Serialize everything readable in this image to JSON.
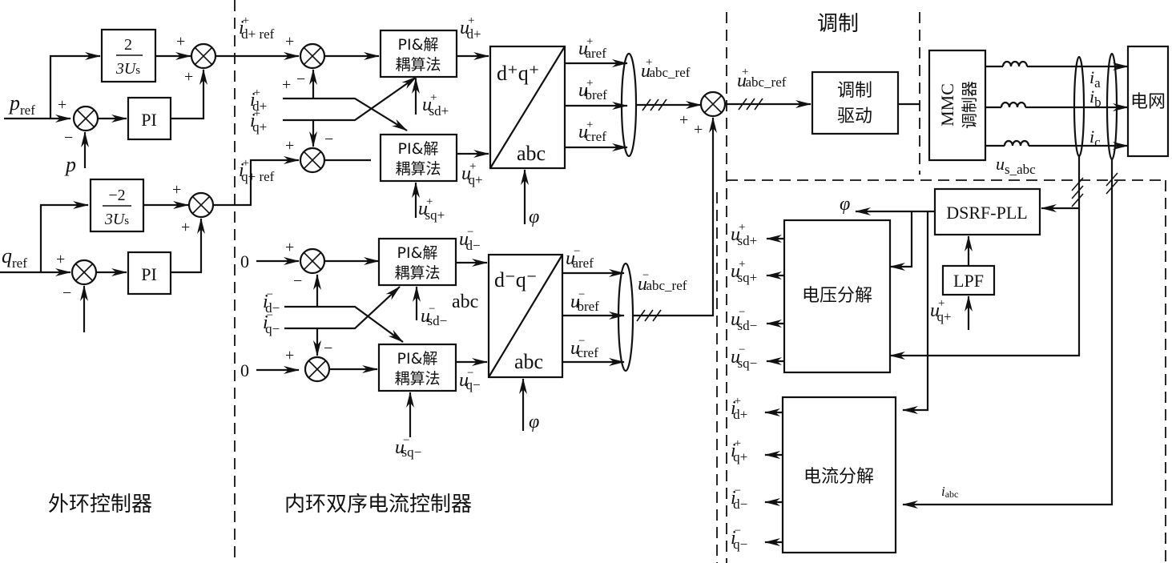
{
  "sections": {
    "outer": "外环控制器",
    "inner": "内环双序电流控制器",
    "modulation": "调制"
  },
  "outer_loop": {
    "p_ref": {
      "main": "p",
      "sub": "ref"
    },
    "p_meas": "p",
    "q_ref": {
      "main": "q",
      "sub": "ref"
    },
    "gain_pos": {
      "num": "2",
      "den_main": "3U",
      "den_sub": "s"
    },
    "gain_neg": {
      "num": "−2",
      "den_main": "3U",
      "den_sub": "s"
    },
    "pi_label": "PI",
    "id_ref": {
      "main": "i",
      "sub": "d+ ref",
      "sup": "+"
    },
    "iq_ref": {
      "main": "i",
      "sub": "q+ ref",
      "sup": "+"
    }
  },
  "inner_loop": {
    "zero": "0",
    "pi_block_line1": "PI&解",
    "pi_block_line2": "耦算法",
    "id_pos": {
      "main": "i",
      "sub": "d+",
      "sup": "+"
    },
    "iq_pos": {
      "main": "i",
      "sub": "q+",
      "sup": "+"
    },
    "id_neg": {
      "main": "i",
      "sub": "d−",
      "sup": "−"
    },
    "iq_neg": {
      "main": "i",
      "sub": "q−",
      "sup": "−"
    },
    "ud_pos": {
      "main": "u",
      "sub": "d+",
      "sup": "+"
    },
    "uq_pos": {
      "main": "u",
      "sub": "q+",
      "sup": "+"
    },
    "ud_neg": {
      "main": "u",
      "sub": "d−",
      "sup": "−"
    },
    "uq_neg": {
      "main": "u",
      "sub": "q−",
      "sup": "−"
    },
    "usd_pos": {
      "main": "u",
      "sub": "sd+",
      "sup": "+"
    },
    "usq_pos": {
      "main": "u",
      "sub": "sq+",
      "sup": "+"
    },
    "usd_neg": {
      "main": "u",
      "sub": "sd−",
      "sup": "−"
    },
    "usq_neg": {
      "main": "u",
      "sub": "sq−",
      "sup": "−"
    },
    "stray_abc": "abc"
  },
  "transform": {
    "pos_top": "d⁺q⁺",
    "neg_top": "d⁻q⁻",
    "bottom": "abc",
    "phi": "φ",
    "ua_pos": {
      "main": "u",
      "sub": "aref",
      "sup": "+"
    },
    "ub_pos": {
      "main": "u",
      "sub": "bref",
      "sup": "+"
    },
    "uc_pos": {
      "main": "u",
      "sub": "cref",
      "sup": "+"
    },
    "ua_neg": {
      "main": "u",
      "sub": "aref",
      "sup": "−"
    },
    "ub_neg": {
      "main": "u",
      "sub": "bref",
      "sup": "−"
    },
    "uc_neg": {
      "main": "u",
      "sub": "cref",
      "sup": "−"
    },
    "uabc_pos": {
      "main": "u",
      "sub": "abc_ref",
      "sup": "+"
    },
    "uabc_neg": {
      "main": "u",
      "sub": "abc_ref",
      "sup": "−"
    }
  },
  "modulation": {
    "input": {
      "main": "u",
      "sub": "abc_ref",
      "sup": "+"
    },
    "driver_line1": "调制",
    "driver_line2": "驱动",
    "mmc_line1": "MMC",
    "mmc_line2": "调制器",
    "grid": "电网",
    "ia": {
      "main": "i",
      "sub": "a"
    },
    "ib": {
      "main": "i",
      "sub": "b"
    },
    "ic": {
      "main": "i",
      "sub": "c"
    },
    "us_abc": {
      "main": "u",
      "sub": "s_abc"
    }
  },
  "measurement": {
    "pll": "DSRF-PLL",
    "lpf": "LPF",
    "phi": "φ",
    "uq_in": {
      "main": "u",
      "sub": "q+",
      "sup": "+"
    },
    "voltage_decomp": "电压分解",
    "current_decomp": "电流分解",
    "i_abc": {
      "main": "i",
      "sub": "abc"
    },
    "v_outputs": [
      {
        "main": "u",
        "sub": "sd+",
        "sup": "+"
      },
      {
        "main": "u",
        "sub": "sq+",
        "sup": "+"
      },
      {
        "main": "u",
        "sub": "sd−",
        "sup": "−"
      },
      {
        "main": "u",
        "sub": "sq−",
        "sup": "−"
      }
    ],
    "i_outputs": [
      {
        "main": "i",
        "sub": "d+",
        "sup": "+"
      },
      {
        "main": "i",
        "sub": "q+",
        "sup": "+"
      },
      {
        "main": "i",
        "sub": "d−",
        "sup": "−"
      },
      {
        "main": "i",
        "sub": "q−",
        "sup": "−"
      }
    ]
  },
  "signs": {
    "plus": "+",
    "minus": "−"
  }
}
